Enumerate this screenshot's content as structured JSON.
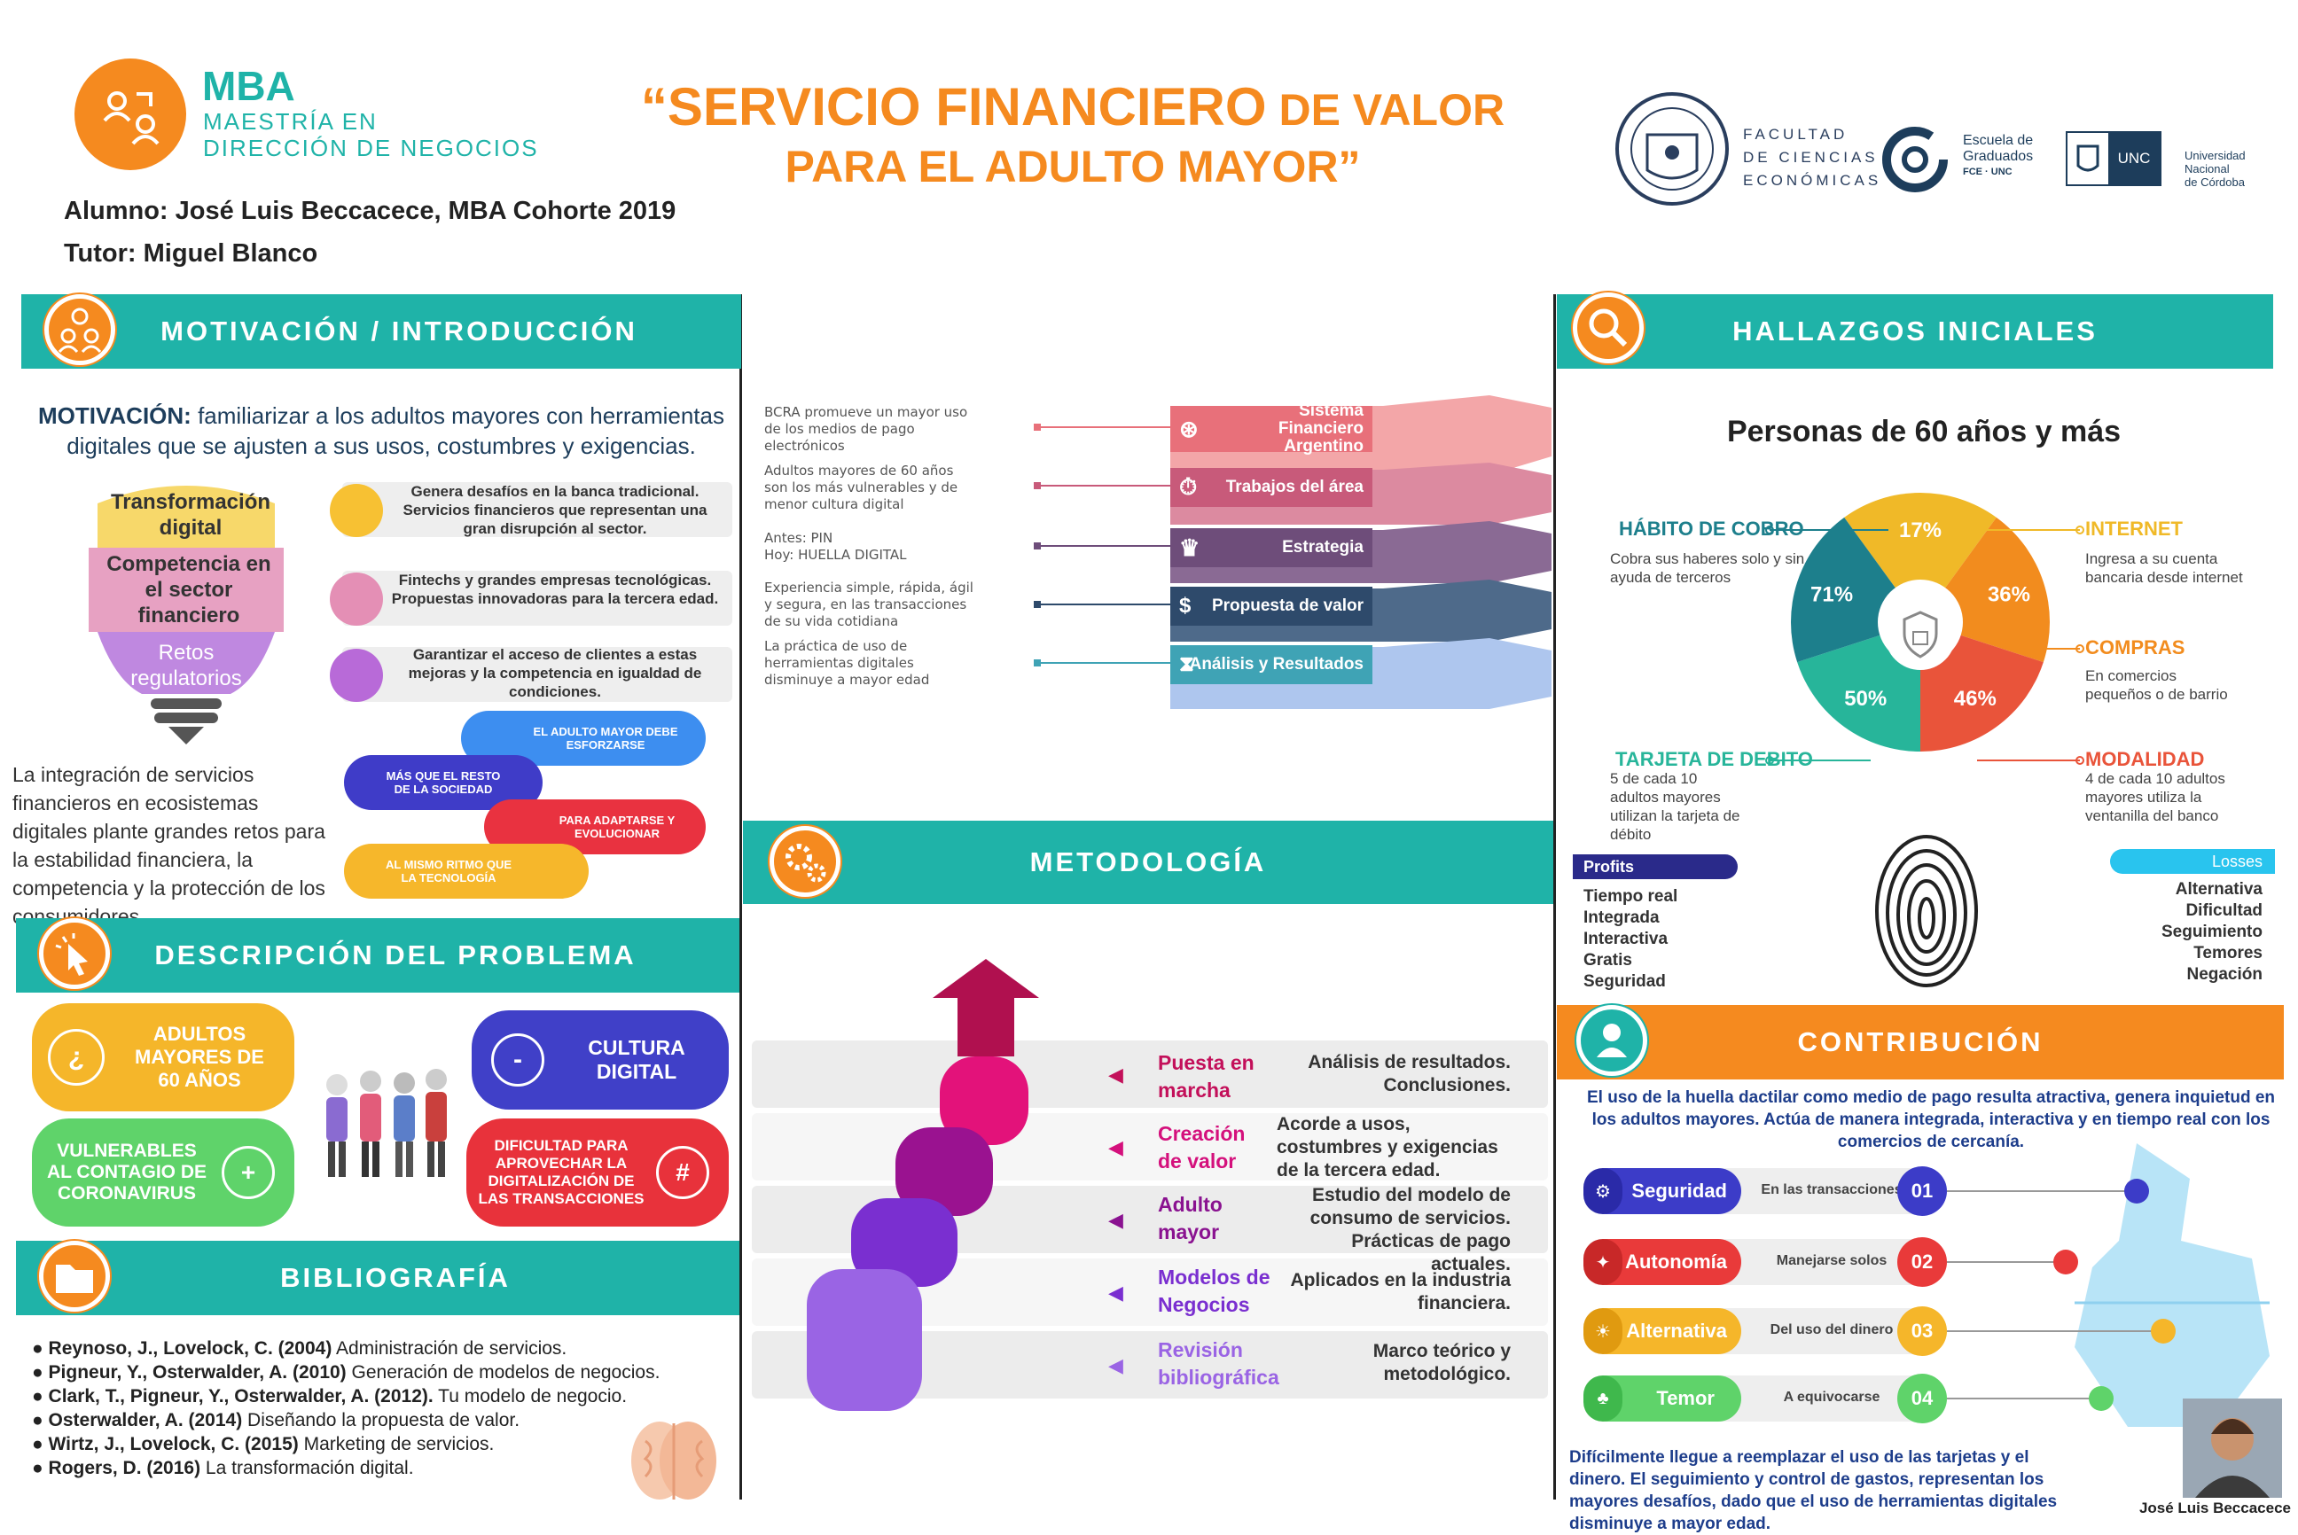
{
  "header": {
    "mba_title": "MBA",
    "mba_line1": "MAESTRÍA EN",
    "mba_line2": "DIRECCIÓN DE NEGOCIOS",
    "title_line1a": "“SERVICIO FINANCIERO",
    "title_line1b": " DE VALOR",
    "title_line2": "PARA EL ADULTO MAYOR”",
    "student": "Alumno: José Luis Beccacece, MBA Cohorte 2019",
    "tutor": "Tutor: Miguel Blanco",
    "fce_l1": "FACULTAD",
    "fce_l2": "DE CIENCIAS",
    "fce_l3": "ECONÓMICAS",
    "eg_l1": "Escuela de",
    "eg_l2": "Graduados",
    "eg_l3": "FCE · UNC",
    "unc_badge": "UNC",
    "unc_l1": "Universidad",
    "unc_l2": "Nacional",
    "unc_l3": "de Córdoba"
  },
  "motivation": {
    "header": "MOTIVACIÓN / INTRODUCCIÓN",
    "lead_bold": "MOTIVACIÓN:",
    "lead_text": " familiarizar a los adultos mayores con herramientas digitales que se ajusten a sus usos, costumbres y exigencias.",
    "bulb1": "Transformación digital",
    "bulb2": "Competencia en el sector financiero",
    "bulb3": "Retos regulatorios",
    "item1": "Genera desafíos en la banca tradicional. Servicios financieros que representan una gran disrupción al sector.",
    "item2": "Fintechs y grandes empresas tecnológicas.  Propuestas innovadoras para la tercera edad.",
    "item3": "Garantizar el acceso de clientes a estas mejoras y la competencia en igualdad de condiciones.",
    "paragraph": "La integración de servicios financieros en ecosistemas digitales plante grandes retos para la estabilidad financiera, la competencia y la protección de los consumidores.",
    "chain1": "EL ADULTO MAYOR DEBE ESFORZARSE",
    "chain2": "MÁS QUE EL RESTO DE LA SOCIEDAD",
    "chain3": "PARA ADAPTARSE Y EVOLUCIONAR",
    "chain4": "AL MISMO RITMO QUE LA TECNOLOGÍA"
  },
  "problem": {
    "header": "DESCRIPCIÓN DEL PROBLEMA",
    "p1": "ADULTOS MAYORES DE 60 AÑOS",
    "p2": "CULTURA DIGITAL",
    "p3": "VULNERABLES AL CONTAGIO DE CORONAVIRUS",
    "p4": "DIFICULTAD PARA APROVECHAR LA DIGITALIZACIÓN DE LAS TRANSACCIONES",
    "s1": "¿",
    "s2": "-",
    "s3": "+",
    "s4": "#"
  },
  "bibliography": {
    "header": "BIBLIOGRAFÍA",
    "items": [
      {
        "bold": "Reynoso, J., Lovelock, C. (2004)",
        "text": " Administración de servicios."
      },
      {
        "bold": "Pigneur, Y., Osterwalder, A. (2010)",
        "text": " Generación de modelos de negocios."
      },
      {
        "bold": "Clark, T., Pigneur, Y., Osterwalder, A. (2012).",
        "text": " Tu modelo de negocio."
      },
      {
        "bold": "Osterwalder, A. (2014)",
        "text": " Diseñando la propuesta de valor."
      },
      {
        "bold": "Wirtz, J., Lovelock, C. (2015)",
        "text": " Marketing de servicios."
      },
      {
        "bold": "Rogers, D. (2016)",
        "text": " La transformación digital."
      }
    ]
  },
  "context": {
    "left_texts": [
      "BCRA promueve un mayor uso de los medios de pago electrónicos",
      "Adultos mayores de 60 años son los más vulnerables y de menor cultura digital",
      "Antes: PIN\nHoy: HUELLA DIGITAL",
      "Experiencia simple, rápida, ágil y segura, en las transacciones de su vida cotidiana",
      "La práctica de uso de herramientas digitales disminuye a mayor edad"
    ],
    "layers": [
      {
        "label": "Sistema Financiero Argentino",
        "color": "#e8707a"
      },
      {
        "label": "Trabajos del área",
        "color": "#c85a7a"
      },
      {
        "label": "Estrategia",
        "color": "#6e4d7a"
      },
      {
        "label": "Propuesta de valor",
        "color": "#2e4a6b"
      },
      {
        "label": "Análisis y Resultados",
        "color": "#3fa3b5"
      }
    ]
  },
  "methodology": {
    "header": "METODOLOGÍA",
    "steps": [
      {
        "label": "Puesta en marcha",
        "desc": "Análisis de resultados. Conclusiones."
      },
      {
        "label": "Creación de valor",
        "desc": "Acorde a usos, costumbres y exigencias de la tercera edad."
      },
      {
        "label": "Adulto mayor",
        "desc": "Estudio del modelo de consumo de servicios. Prácticas de pago actuales."
      },
      {
        "label": "Modelos de Negocios",
        "desc": "Aplicados en la industria financiera."
      },
      {
        "label": "Revisión bibliográfica",
        "desc": "Marco teórico y metodológico."
      }
    ]
  },
  "findings": {
    "header": "HALLAZGOS INICIALES",
    "title": "Personas de 60 años y más",
    "segments": [
      {
        "value": 17,
        "label": "17%",
        "color": "#f0b928"
      },
      {
        "value": 36,
        "label": "36%",
        "color": "#f28c1e"
      },
      {
        "value": 46,
        "label": "46%",
        "color": "#e9543a"
      },
      {
        "value": 50,
        "label": "50%",
        "color": "#27b59a"
      },
      {
        "value": 71,
        "label": "71%",
        "color": "#1d7f8c"
      }
    ],
    "cobro_title": "HÁBITO DE COBRO",
    "cobro_text": "Cobra sus haberes solo y sin ayuda de terceros",
    "internet_title": "INTERNET",
    "internet_text": "Ingresa a su cuenta bancaria desde internet",
    "compras_title": "COMPRAS",
    "compras_text": "En comercios pequeños o de barrio",
    "tarjeta_title": "TARJETA DE DEBITO",
    "tarjeta_text": "5 de cada 10 adultos mayores utilizan la tarjeta de débito",
    "modalidad_title": "MODALIDAD",
    "modalidad_text": "4 de cada 10 adultos mayores utiliza la ventanilla del banco",
    "profits_title": "Profits",
    "profits": [
      "Tiempo real",
      "Integrada",
      "Interactiva",
      "Gratis",
      "Seguridad"
    ],
    "losses_title": "Losses",
    "losses": [
      "Alternativa",
      "Dificultad",
      "Seguimiento",
      "Temores",
      "Negación"
    ]
  },
  "contribution": {
    "header": "CONTRIBUCIÓN",
    "intro": "El uso de la huella dactilar como medio de pago resulta atractiva, genera inquietud en los adultos mayores. Actúa de manera integrada, interactiva y en tiempo real con los comercios de cercanía.",
    "rows": [
      {
        "label": "Seguridad",
        "desc": "En las transacciones",
        "num": "01",
        "color": "#3c3cc8"
      },
      {
        "label": "Autonomía",
        "desc": "Manejarse solos",
        "num": "02",
        "color": "#e93a3a"
      },
      {
        "label": "Alternativa",
        "desc": "Del uso del dinero",
        "num": "03",
        "color": "#f5b62a"
      },
      {
        "label": "Temor",
        "desc": "A equivocarse",
        "num": "04",
        "color": "#5fd36a"
      }
    ],
    "outro": "Difícilmente llegue a reemplazar el uso de las tarjetas y el dinero. El seguimiento y control de gastos, representan los mayores desafíos, dado que el uso de herramientas digitales disminuye a mayor edad.",
    "author": "José Luis Beccacece"
  }
}
